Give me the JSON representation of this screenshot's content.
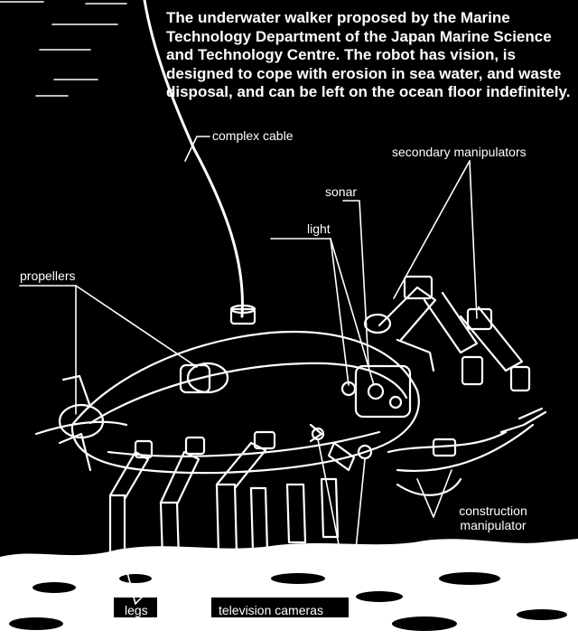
{
  "caption": "The underwater walker proposed by the Marine Technology Department of the Japan Marine Science and Technology Centre. The robot has vision, is designed to cope with erosion in sea water, and waste disposal, and can be left on the ocean floor indefinitely.",
  "labels": {
    "complex_cable": "complex cable",
    "secondary_manipulators": "secondary manipulators",
    "sonar": "sonar",
    "light": "light",
    "propellers": "propellers",
    "construction_manipulator_line1": "construction",
    "construction_manipulator_line2": "manipulator",
    "legs": "legs",
    "television_cameras": "television cameras"
  },
  "colors": {
    "background": "#000000",
    "line_art": "#ffffff"
  }
}
